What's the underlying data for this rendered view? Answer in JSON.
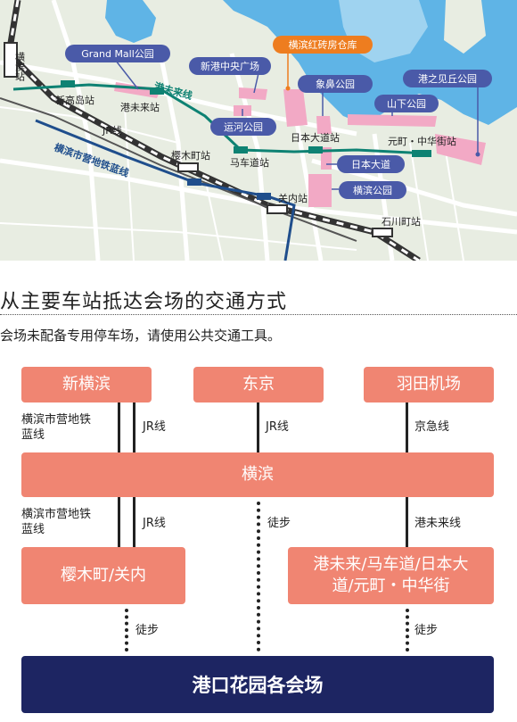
{
  "map": {
    "stations": {
      "yokohama": "横滨站",
      "shintakashima": "新高岛站",
      "minatomirai": "港未来站",
      "sakuragicho": "樱木町站",
      "bashamichi": "马车道站",
      "nihonodori_sta": "日本大道站",
      "motomachi": "元町・中华街站",
      "kannai": "关内站",
      "ishikawacho": "石川町站"
    },
    "lines": {
      "minatomirai_line": "港未来线",
      "jr_line": "JR线",
      "subway_blue": "横滨市营地铁蓝线"
    },
    "places": {
      "grand_mall": "Grand Mall公园",
      "shinko_plaza": "新港中央广场",
      "canal_park": "运河公园",
      "red_brick": "横滨红砖房仓库",
      "zounohana": "象鼻公园",
      "yamashita": "山下公园",
      "minatonomieru": "港之见丘公园",
      "nihon_odori": "日本大道",
      "yokohama_park": "横滨公园"
    },
    "colors": {
      "land": "#e8ede2",
      "water": "#5fb4e6",
      "venue": "#f2a9c5",
      "minatomirai_line": "#0e8273",
      "subway_blue": "#1f4e8c",
      "label_box": "#4a5aa8",
      "highlight": "#ee7d1f"
    }
  },
  "access": {
    "title": "从主要车站抵达会场的交通方式",
    "note": "会场未配备专用停车场，请使用公共交通工具。",
    "origins": [
      "新横滨",
      "东京",
      "羽田机场"
    ],
    "hub": "横滨",
    "mid": [
      "樱木町/关内",
      "港未来/马车道/日本大道/元町・中华街"
    ],
    "destination": "港口花园各会场",
    "routes": {
      "shinyoko_subway": "横滨市营地铁\n蓝线",
      "shinyoko_jr": "JR线",
      "tokyo_jr": "JR线",
      "haneda_keikyu": "京急线",
      "hub_subway": "横滨市营地铁\n蓝线",
      "hub_jr": "JR线",
      "hub_walk": "徒步",
      "hub_mm": "港未来线",
      "walk1": "徒步",
      "walk2": "徒步"
    },
    "colors": {
      "box": "#f08572",
      "destination": "#1d2562"
    }
  }
}
